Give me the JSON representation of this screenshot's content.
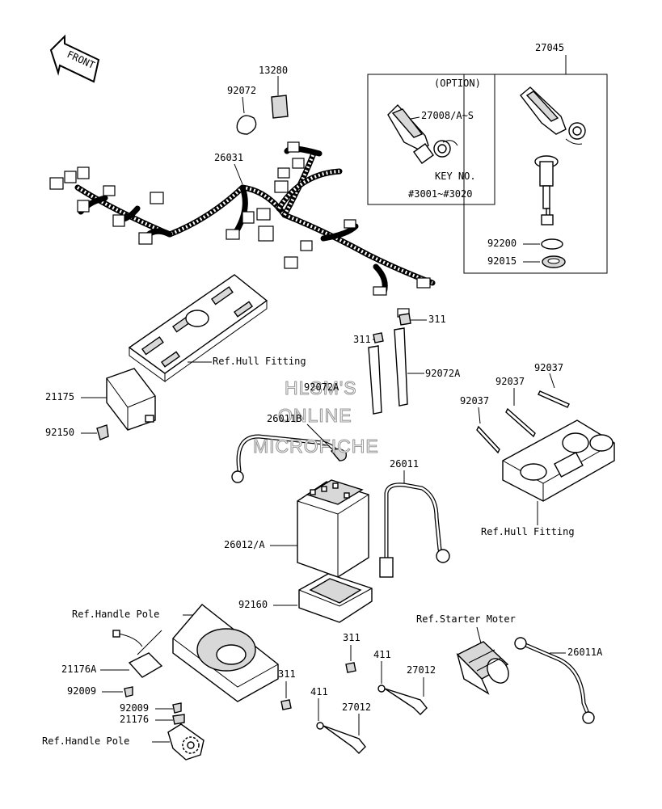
{
  "diagram": {
    "front_label": "FRONT",
    "watermark": [
      "HLSM'S",
      "ONLINE",
      "MICROFICHE"
    ],
    "option_box": {
      "title": "(OPTION)",
      "part": "27008/A~S",
      "key_title": "KEY NO.",
      "key_range": "#3001~#3020"
    },
    "callouts": {
      "p27045": "27045",
      "p13280": "13280",
      "p92072": "92072",
      "p26031": "26031",
      "p92200": "92200",
      "p92015": "92015",
      "p311_a": "311",
      "p311_b": "311",
      "p92072A_a": "92072A",
      "p92072A_b": "92072A",
      "ref_hull_1": "Ref.Hull Fitting",
      "p21175": "21175",
      "p92150": "92150",
      "p26011B": "26011B",
      "p92037_a": "92037",
      "p92037_b": "92037",
      "p92037_c": "92037",
      "p26011": "26011",
      "ref_hull_2": "Ref.Hull Fitting",
      "p26012A": "26012/A",
      "p92160": "92160",
      "ref_handle_1": "Ref.Handle Pole",
      "ref_starter": "Ref.Starter Moter",
      "p311_c": "311",
      "p26011A": "26011A",
      "p21176A": "21176A",
      "p411_a": "411",
      "p27012_a": "27012",
      "p311_d": "311",
      "p92009_a": "92009",
      "p411_b": "411",
      "p92009_b": "92009",
      "p27012_b": "27012",
      "p21176": "21176",
      "ref_handle_2": "Ref.Handle Pole"
    }
  }
}
